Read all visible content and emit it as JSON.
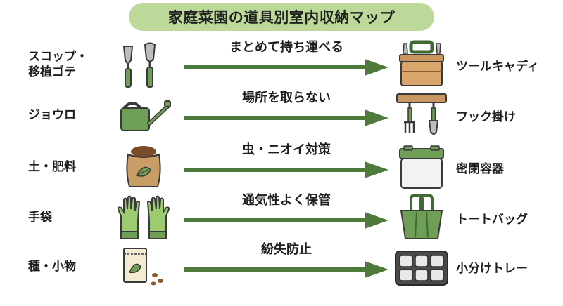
{
  "title": "家庭菜園の道具別室内収納マップ",
  "colors": {
    "title_bg": "#bcd99a",
    "arrow": "#4e7a3c",
    "green": "#6f9e57",
    "dark_green": "#3f6b33",
    "brown": "#9c6b3e",
    "gray": "#4a4a4a"
  },
  "rows": [
    {
      "item_lines": [
        "スコップ・",
        "移植ゴテ"
      ],
      "item_icon": "trowels-icon",
      "method": "まとめて持ち運べる",
      "storage": "ツールキャディ",
      "storage_icon": "tool-caddy-icon"
    },
    {
      "item_lines": [
        "ジョウロ"
      ],
      "item_icon": "watering-can-icon",
      "method": "場所を取らない",
      "storage": "フック掛け",
      "storage_icon": "wall-hook-icon"
    },
    {
      "item_lines": [
        "土・肥料"
      ],
      "item_icon": "soil-bag-icon",
      "method": "虫・ニオイ対策",
      "storage": "密閉容器",
      "storage_icon": "airtight-container-icon"
    },
    {
      "item_lines": [
        "手袋"
      ],
      "item_icon": "gloves-icon",
      "method": "通気性よく保管",
      "storage": "トートバッグ",
      "storage_icon": "tote-bag-icon"
    },
    {
      "item_lines": [
        "種・小物"
      ],
      "item_icon": "seed-packet-icon",
      "method": "紛失防止",
      "storage": "小分けトレー",
      "storage_icon": "divided-tray-icon"
    }
  ]
}
